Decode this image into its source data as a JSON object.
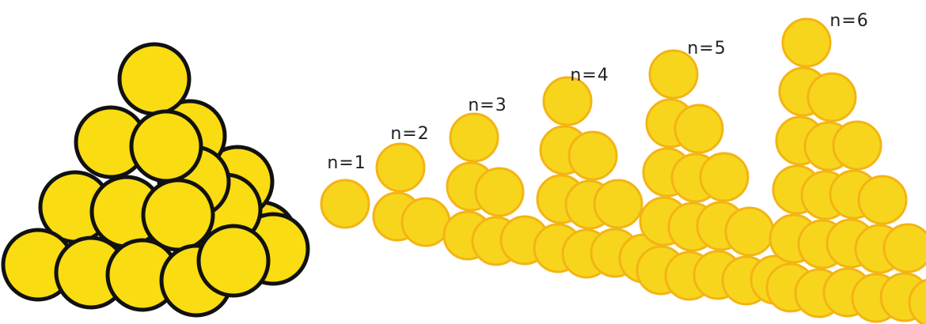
{
  "labels": [
    "n=1",
    "n=2",
    "n=3",
    "n=4",
    "n=5",
    "n=6"
  ],
  "layers": [
    1,
    2,
    3,
    4,
    5,
    6
  ],
  "colors": {
    "ball_fill": "#f7d51d",
    "ball_inner": "#fbdf3a",
    "ball_rim": "#f3b414",
    "pile_fill": "#f9dc12",
    "pile_outline": "#111111",
    "background": "#ffffff"
  }
}
